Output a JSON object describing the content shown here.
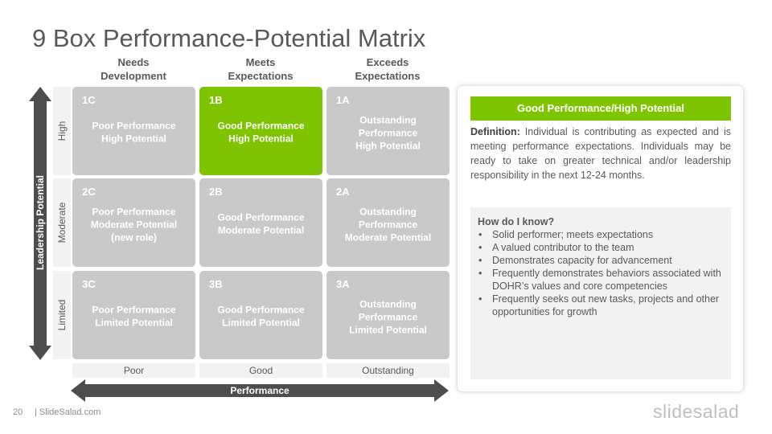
{
  "title": "9 Box Performance-Potential Matrix",
  "columns": [
    {
      "label": "Needs\nDevelopment"
    },
    {
      "label": "Meets\nExpectations"
    },
    {
      "label": "Exceeds\nExpectations"
    }
  ],
  "rows": [
    {
      "label": "High"
    },
    {
      "label": "Moderate"
    },
    {
      "label": "Limited"
    }
  ],
  "cells": [
    {
      "code": "1C",
      "text": "Poor Performance\nHigh Potential",
      "active": false
    },
    {
      "code": "1B",
      "text": "Good Performance\nHigh Potential",
      "active": true
    },
    {
      "code": "1A",
      "text": "Outstanding\nPerformance\nHigh Potential",
      "active": false
    },
    {
      "code": "2C",
      "text": "Poor Performance\nModerate Potential\n(new role)",
      "active": false
    },
    {
      "code": "2B",
      "text": "Good Performance\nModerate Potential",
      "active": false
    },
    {
      "code": "2A",
      "text": "Outstanding\nPerformance\nModerate Potential",
      "active": false
    },
    {
      "code": "3C",
      "text": "Poor Performance\nLimited Potential",
      "active": false
    },
    {
      "code": "3B",
      "text": "Good Performance\nLimited Potential",
      "active": false
    },
    {
      "code": "3A",
      "text": "Outstanding\nPerformance\nLimited Potential",
      "active": false
    }
  ],
  "performance_levels": [
    {
      "label": "Poor"
    },
    {
      "label": "Good"
    },
    {
      "label": "Outstanding"
    }
  ],
  "axes": {
    "y_label": "Leadership Potential",
    "x_label": "Performance"
  },
  "panel": {
    "header": "Good Performance/High Potential",
    "definition_label": "Definition:",
    "definition_text": " Individual is contributing as expected and is meeting performance expectations. Individuals may be ready to take on greater technical and/or leadership responsibility in the next 12-24 months.",
    "how_title": "How do I know?",
    "how_items": [
      "Solid performer; meets expectations",
      "A valued contributor to the team",
      "Demonstrates capacity for advancement",
      "Frequently demonstrates behaviors associated with DOHR’s values and core competencies",
      "Frequently seeks out new tasks, projects and other opportunities for growth"
    ]
  },
  "footer": {
    "page_number": "20",
    "site": "| SlideSalad.com",
    "brand": "slidesalad"
  },
  "colors": {
    "accent": "#7ec401",
    "cell_default": "#c9c9c9",
    "arrow": "#4d4d4d",
    "label_bg": "#f2f2f2"
  }
}
